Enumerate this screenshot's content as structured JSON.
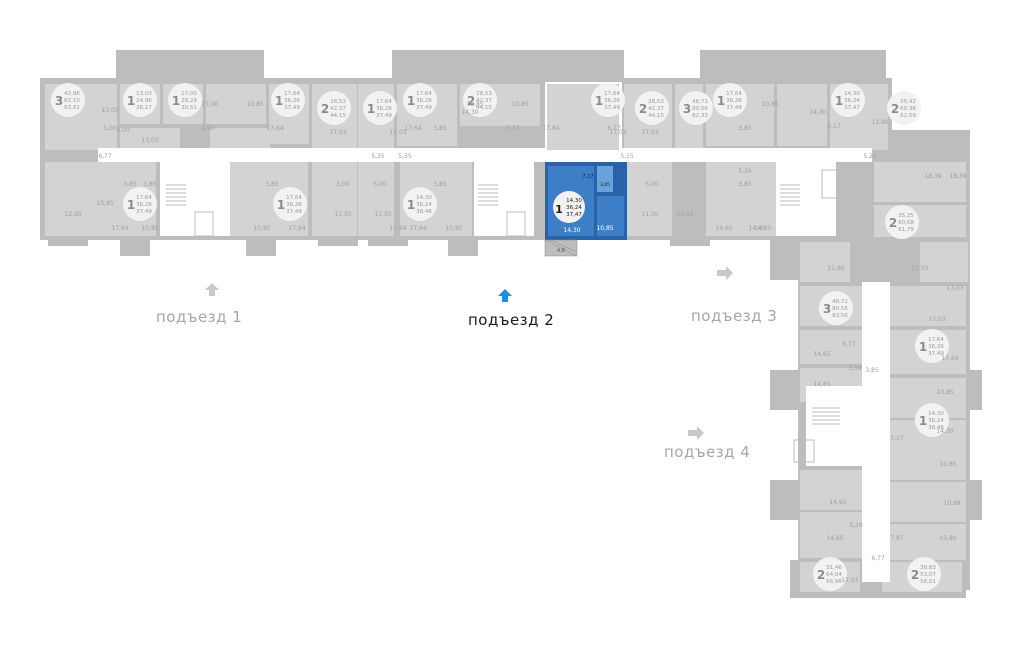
{
  "entrances": [
    {
      "label": "подъезд 1",
      "active": false
    },
    {
      "label": "подъезд 2",
      "active": true
    },
    {
      "label": "подъезд 3",
      "active": false
    },
    {
      "label": "подъезд 4",
      "active": false
    }
  ],
  "colors": {
    "background": "#ffffff",
    "wall": "#bdbdbd",
    "room": "#d3d3d3",
    "badge": "#f2f2f2",
    "muted_text": "#a6a6a6",
    "highlight": "#3d7fc7",
    "highlight_dark": "#2a62a8",
    "active_arrow": "#1e8fdc",
    "inactive_arrow": "#c8c8c8"
  },
  "selected_apartment": {
    "rooms": "1",
    "living": "14,30",
    "total": "36,24",
    "with_balcony": "37,47",
    "room_area": "14,30",
    "kitchen": "10,85",
    "hall": "7,17",
    "bath": "3,85",
    "balcony": "4,8"
  },
  "apartments": [
    {
      "rooms": "3",
      "a": "42,96",
      "b": "62,10",
      "c": "63,81"
    },
    {
      "rooms": "1",
      "a": "13,03",
      "b": "24,96",
      "c": "26,17"
    },
    {
      "rooms": "1",
      "a": "17,00",
      "b": "28,29",
      "c": "30,51"
    },
    {
      "rooms": "1",
      "a": "17,64",
      "b": "36,26",
      "c": "37,49"
    },
    {
      "rooms": "2",
      "a": "28,53",
      "b": "42,37",
      "c": "44,15"
    },
    {
      "rooms": "1",
      "a": "17,64",
      "b": "36,26",
      "c": "37,49"
    },
    {
      "rooms": "1",
      "a": "17,64",
      "b": "36,26",
      "c": "37,49"
    },
    {
      "rooms": "2",
      "a": "28,53",
      "b": "42,37",
      "c": "44,15"
    },
    {
      "rooms": "1",
      "a": "17,64",
      "b": "36,26",
      "c": "37,49"
    },
    {
      "rooms": "1",
      "a": "14,30",
      "b": "36,24",
      "c": "38,46"
    },
    {
      "rooms": "1",
      "a": "17,64",
      "b": "36,26",
      "c": "37,49"
    },
    {
      "rooms": "1",
      "a": "17,64",
      "b": "36,26",
      "c": "37,49"
    },
    {
      "rooms": "2",
      "a": "28,53",
      "b": "42,37",
      "c": "44,15"
    },
    {
      "rooms": "3",
      "a": "48,71",
      "b": "80,56",
      "c": "82,33"
    },
    {
      "rooms": "1",
      "a": "17,64",
      "b": "36,26",
      "c": "37,49"
    },
    {
      "rooms": "1",
      "a": "14,30",
      "b": "36,24",
      "c": "37,47"
    },
    {
      "rooms": "2",
      "a": "35,42",
      "b": "60,38",
      "c": "62,09"
    },
    {
      "rooms": "2",
      "a": "35,25",
      "b": "60,68",
      "c": "61,79"
    },
    {
      "rooms": "3",
      "a": "48,71",
      "b": "80,55",
      "c": "83,56"
    },
    {
      "rooms": "1",
      "a": "17,64",
      "b": "36,26",
      "c": "37,49"
    },
    {
      "rooms": "1",
      "a": "14,30",
      "b": "36,24",
      "c": "38,46"
    },
    {
      "rooms": "2",
      "a": "31,46",
      "b": "64,04",
      "c": "66,98"
    },
    {
      "rooms": "2",
      "a": "30,83",
      "b": "53,07",
      "c": "56,01"
    }
  ],
  "room_labels": [
    "13,03",
    "5,00",
    "10,85",
    "17,00",
    "13,03",
    "5,00",
    "2,90",
    "3,85",
    "10,85",
    "17,64",
    "17,03",
    "6,77",
    "3,85",
    "17,64",
    "10,85",
    "12,90",
    "10,85",
    "17,64",
    "3,85",
    "11,50",
    "5,00",
    "5,35",
    "3,85",
    "10,85",
    "17,64",
    "3,85",
    "17,03",
    "17,64",
    "5,35",
    "17,64",
    "10,85",
    "11,50",
    "5,00",
    "14,30",
    "7,17",
    "10,85",
    "17,64",
    "17,03",
    "6,77",
    "5,15",
    "11,50",
    "5,00",
    "17,03",
    "12,90",
    "17,03",
    "10,85",
    "14,30",
    "5,17",
    "3,85",
    "3,85",
    "5,25",
    "5,39",
    "14,65",
    "14,65",
    "14,65",
    "18,39",
    "18,39",
    "17,03",
    "12,86",
    "17,03",
    "17,03",
    "14,65",
    "6,77",
    "3,85",
    "17,64",
    "14,65",
    "5,39",
    "10,85",
    "14,30",
    "7,17",
    "10,85",
    "14,65",
    "10,98",
    "14,65",
    "6,77",
    "5,39",
    "7,87",
    "13,80",
    "17,03"
  ]
}
